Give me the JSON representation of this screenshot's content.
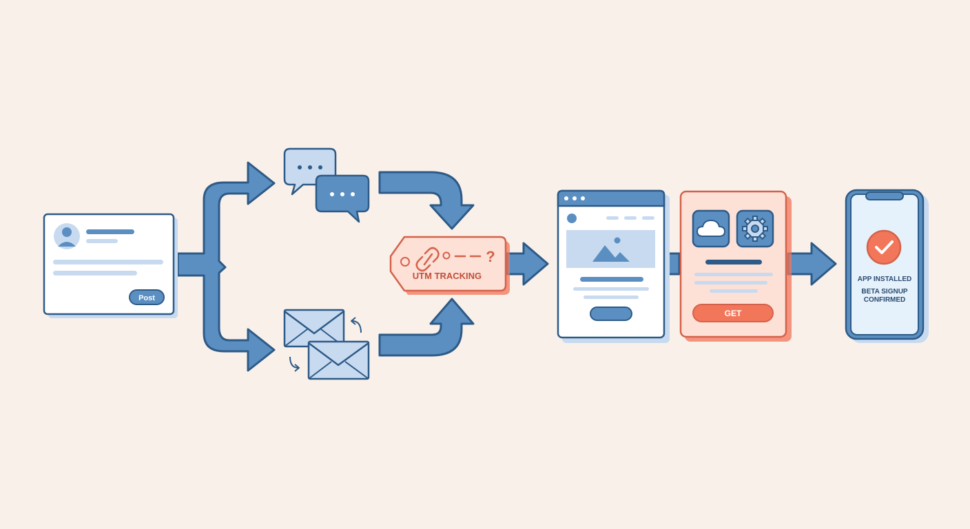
{
  "colors": {
    "background": "#f9f0ea",
    "blue_fill": "#5b8fc2",
    "blue_stroke": "#2d5a86",
    "blue_light": "#c8daf0",
    "blue_pale": "#e6f2fb",
    "coral_fill": "#fde0d6",
    "coral_stroke": "#d4624a",
    "coral_accent": "#f2765a",
    "text_dark": "#2a4a72"
  },
  "social_post": {
    "avatar_icon": "user-avatar-icon",
    "button_label": "Post"
  },
  "channels": {
    "chat_icon": "chat-bubbles-icon",
    "email_icon": "email-envelopes-icon"
  },
  "tag": {
    "icon": "link-icon",
    "symbol": "? ",
    "label": "UTM TRACKING"
  },
  "landing_page": {
    "image_icon": "mountain-image-icon"
  },
  "app_store": {
    "icons": [
      "cloud-icon",
      "gear-icon"
    ],
    "button_label": "GET"
  },
  "phone": {
    "check_icon": "check-circle-icon",
    "line1": "APP INSTALLED",
    "line2": "BETA SIGNUP",
    "line3": "CONFIRMED"
  }
}
